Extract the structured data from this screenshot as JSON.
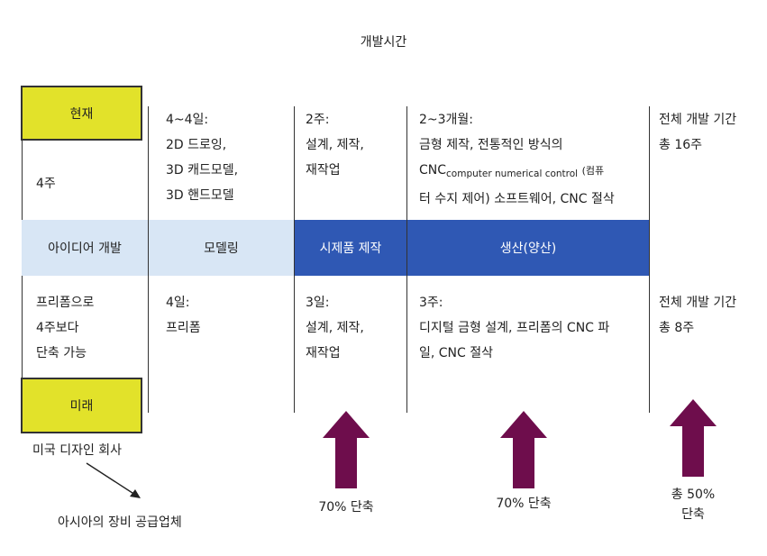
{
  "title": "개발시간",
  "rows": {
    "current_label": "현재",
    "future_label": "미래"
  },
  "bands": {
    "idea": "아이디어 개발",
    "modeling": "모델링",
    "prototype": "시제품 제작",
    "production": "생산(양산)"
  },
  "top": {
    "col1": "4주",
    "col2": [
      "4~4일:",
      "2D 드로잉,",
      "3D 캐드모델,",
      "3D 핸드모델"
    ],
    "col3": [
      "2주:",
      "설계, 제작,",
      "재작업"
    ],
    "col4_line1": "2~3개월:",
    "col4_line2": "금형 제작, 전통적인 방식의",
    "col4_cnc": "CNC",
    "col4_sub": "computer numerical control",
    "col4_paren": "(컴퓨",
    "col4_line4": "터 수지 제어) 소프트웨어, CNC 절삭",
    "col5": [
      "전체 개발 기간",
      "총 16주"
    ]
  },
  "bottom": {
    "col1": [
      "프리폼으로",
      "4주보다",
      "단축 가능"
    ],
    "col2": [
      "4일:",
      "프리폼"
    ],
    "col3": [
      "3일:",
      "설계, 제작,",
      "재작업"
    ],
    "col4": [
      "3주:",
      "디지털 금형 설계, 프리폼의 CNC 파",
      "일, CNC 절삭"
    ],
    "col5": [
      "전체 개발 기간",
      "총 8주"
    ]
  },
  "arrows": {
    "prototype_label": "70% 단축",
    "production_label": "70% 단축",
    "total_label": [
      "총 50%",
      "단축"
    ],
    "color": "#6e0d4c"
  },
  "notes": {
    "company": "미국 디자인 회사",
    "supplier": "아시아의 장비 공급업체"
  },
  "colors": {
    "yellow": "#e2e22a",
    "light_blue": "#d8e6f5",
    "dark_blue": "#2f58b4"
  }
}
